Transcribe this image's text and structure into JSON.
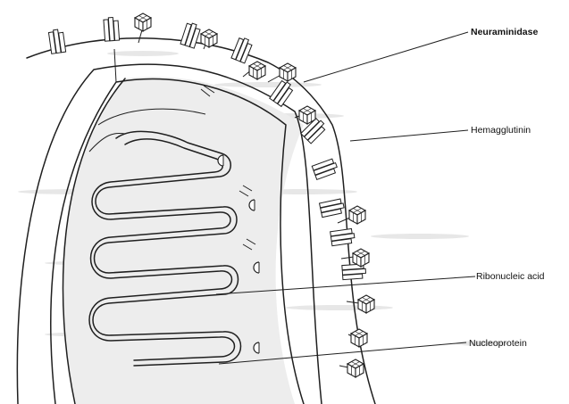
{
  "labels": {
    "neuraminidase": "Neuraminidase",
    "hemagglutinin": "Hemagglutinin",
    "ribonucleic_acid": "Ribonucleic acid",
    "nucleoprotein": "Nucleoprotein"
  },
  "colors": {
    "ink": "#1f1f1f",
    "background": "#ffffff",
    "interior_shade": "#ededed"
  }
}
